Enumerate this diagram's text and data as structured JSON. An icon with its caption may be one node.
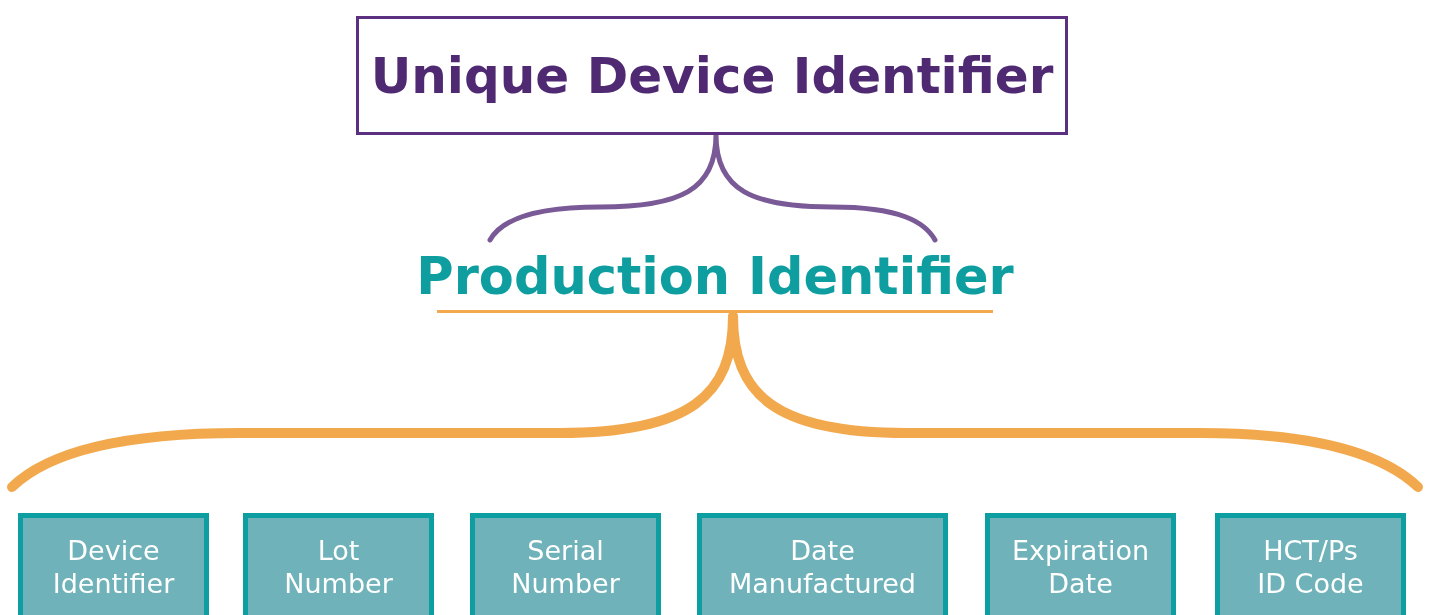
{
  "diagram": {
    "nodes": [
      {
        "text": [
          "Unique Device Identifier"
        ]
      },
      {
        "text": [
          "Production Identifier"
        ]
      },
      {
        "text": [
          "Device Identifier"
        ]
      },
      {
        "text": [
          "Lot Number"
        ]
      },
      {
        "text": [
          "Serial Number"
        ]
      },
      {
        "text": [
          "Date Manufactured"
        ]
      },
      {
        "text": [
          "Expiration Date"
        ]
      },
      {
        "text": [
          "HCT/Ps ID Code"
        ]
      }
    ]
  }
}
